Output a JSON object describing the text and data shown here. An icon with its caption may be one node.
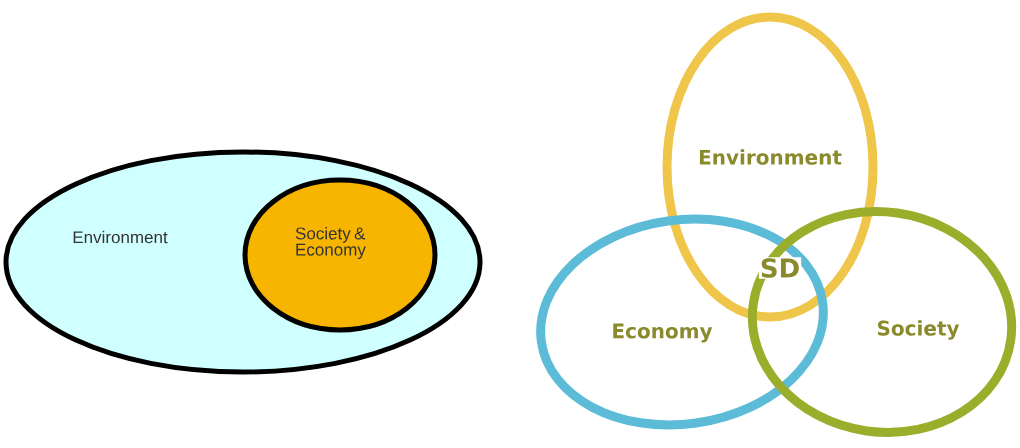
{
  "diagram": {
    "nodes": [
      {
        "text": [
          "Environment"
        ]
      },
      {
        "text": [
          "Society & Economy"
        ],
        "in": 0
      },
      {
        "text": [
          "Environment"
        ]
      },
      {
        "text": [
          "Economy"
        ]
      },
      {
        "text": [
          "Society"
        ]
      }
    ],
    "labels": [
      "SD"
    ]
  }
}
